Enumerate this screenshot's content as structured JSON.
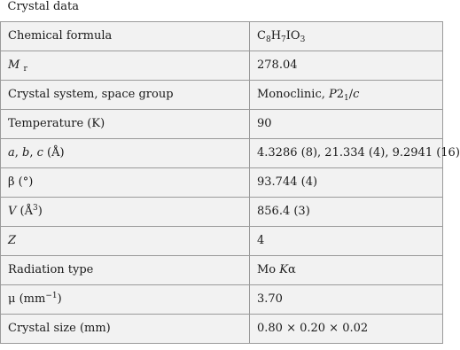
{
  "table": {
    "header": "Crystal data",
    "rows": [
      {
        "label": "Chemical formula",
        "value": "C8H7IO3"
      },
      {
        "label": "Mr",
        "value": "278.04"
      },
      {
        "label": "Crystal system, space group",
        "value": "Monoclinic, P21/c"
      },
      {
        "label": "Temperature (K)",
        "value": "90"
      },
      {
        "label": "a, b, c (Å)",
        "value": "4.3286 (8), 21.334 (4), 9.2941 (16)"
      },
      {
        "label": "β (°)",
        "value": "93.744 (4)"
      },
      {
        "label": "V (Å3)",
        "value": "856.4 (3)"
      },
      {
        "label": "Z",
        "value": "4"
      },
      {
        "label": "Radiation type",
        "value": "Mo Kα"
      },
      {
        "label": "μ (mm−1)",
        "value": "3.70"
      },
      {
        "label": "Crystal size (mm)",
        "value": "0.80 × 0.20 × 0.02"
      }
    ],
    "parts": {
      "formula": {
        "c": "C",
        "c_n": "8",
        "h": "H",
        "h_n": "7",
        "io": "IO",
        "o_n": "3"
      },
      "mr": {
        "m": "M",
        "r": "r"
      },
      "space_group": {
        "prefix": "Monoclinic, ",
        "p": "P",
        "two": "2",
        "one": "1",
        "slash": "/",
        "c": "c"
      },
      "abc": {
        "a": "a",
        "sep1": ", ",
        "b": "b",
        "sep2": ", ",
        "c": "c",
        "unit": " (Å)"
      },
      "volume": {
        "v": "V",
        "open": " (Å",
        "exp": "3",
        "close": ")"
      },
      "radiation": {
        "mo": "Mo ",
        "k": "K",
        "alpha": "α"
      },
      "mu": {
        "mu": "μ",
        "open": " (mm",
        "exp": "−1",
        "close": ")"
      }
    }
  }
}
